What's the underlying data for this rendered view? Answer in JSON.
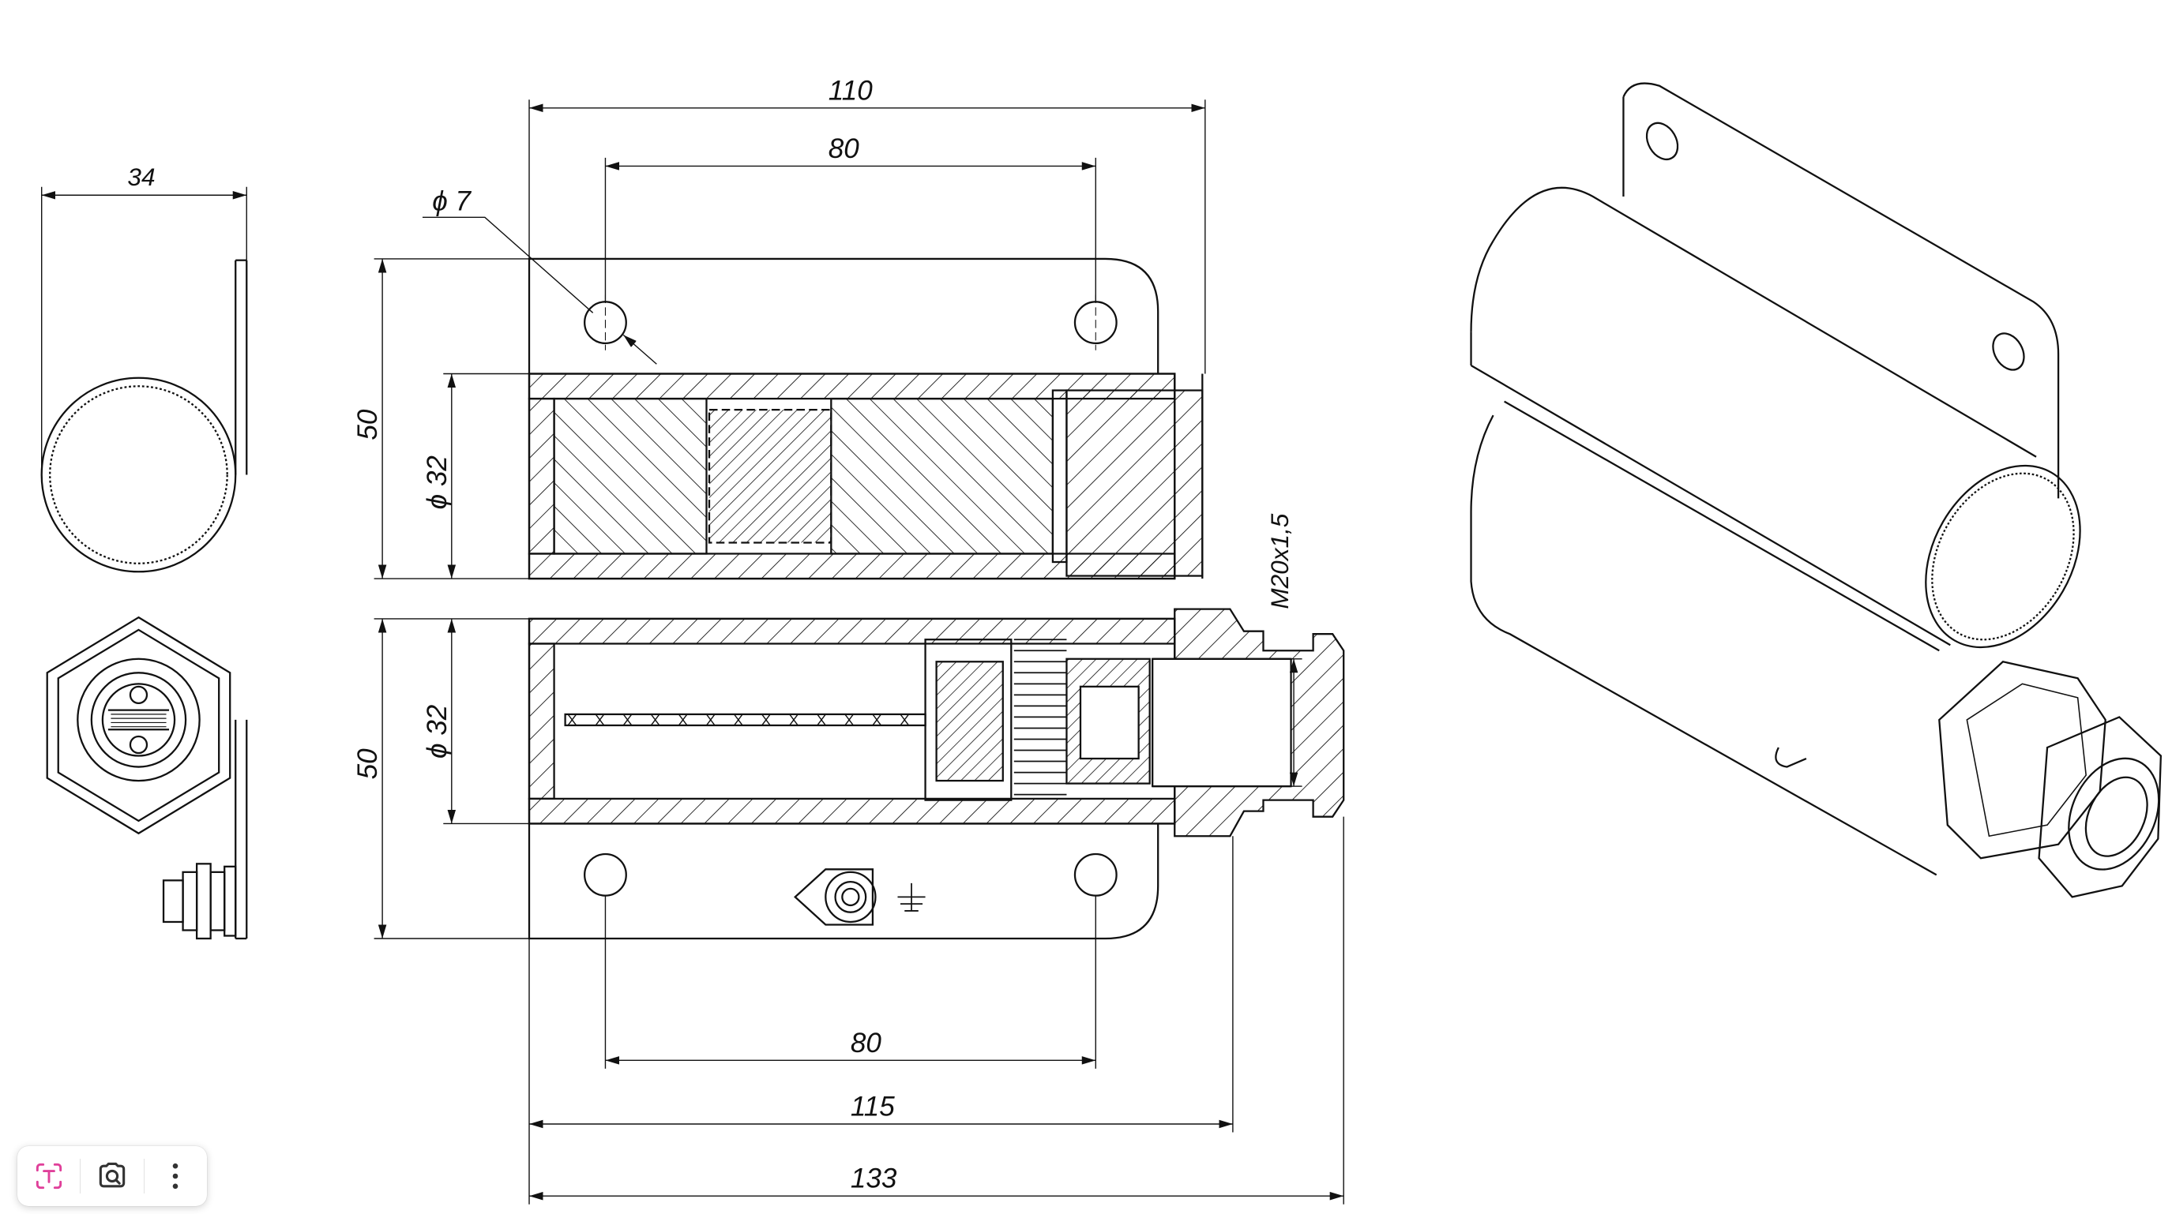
{
  "dimensions": {
    "side_width": "34",
    "overall_top": "110",
    "hole_spacing_top": "80",
    "hole_dia": "ϕ 7",
    "plate_height_top": "50",
    "tube_dia_top": "ϕ 32",
    "thread": "M20x1,5",
    "plate_height_bottom": "50",
    "tube_dia_bottom": "ϕ 32",
    "hole_spacing_bottom": "80",
    "length_115": "115",
    "length_133": "133"
  },
  "colors": {
    "line": "#111111",
    "accent": "#e0409a",
    "toolbar_icon": "#333333"
  },
  "toolbar": {
    "buttons": [
      {
        "name": "text-select-icon"
      },
      {
        "name": "lens-icon"
      },
      {
        "name": "more-vertical-icon"
      }
    ]
  }
}
